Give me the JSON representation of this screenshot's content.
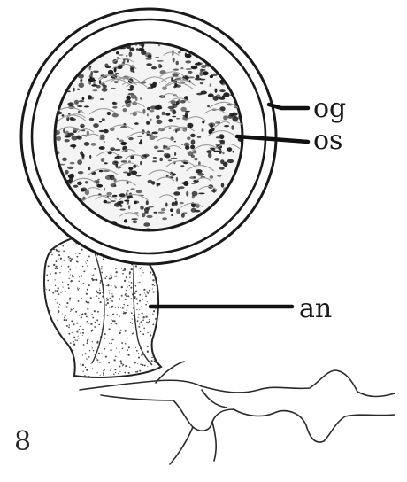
{
  "figure": {
    "panel_label": "8",
    "labels": {
      "og": "og",
      "os": "os",
      "an": "an"
    },
    "colors": {
      "ink": "#1a1a1a",
      "paper": "#ffffff"
    }
  }
}
